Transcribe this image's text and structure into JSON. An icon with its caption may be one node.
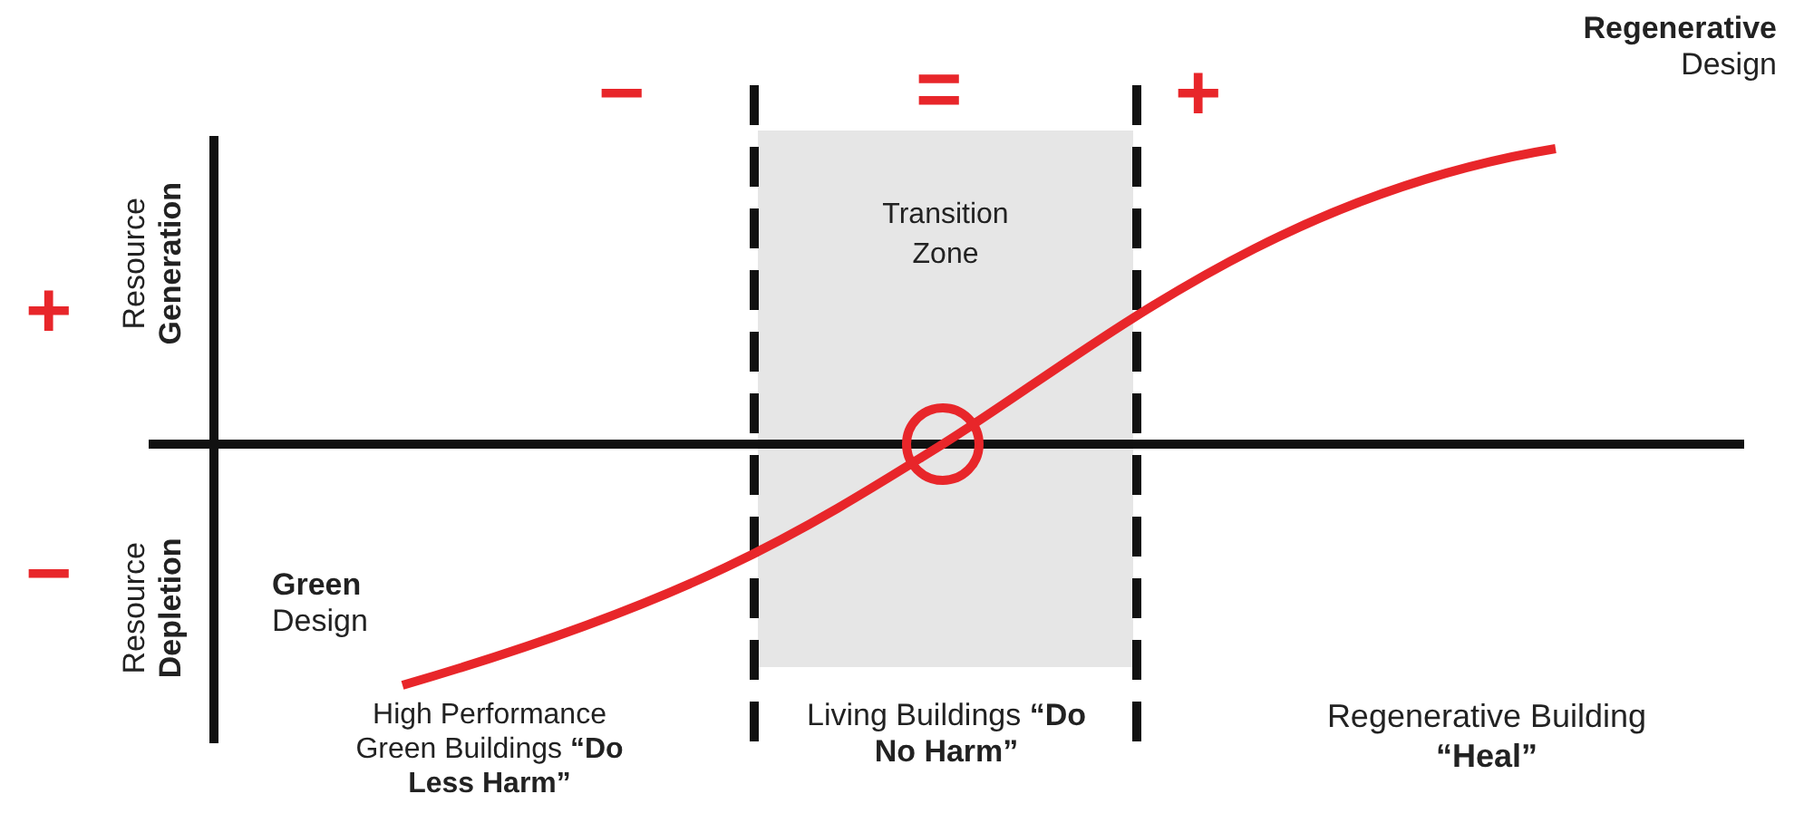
{
  "diagram": {
    "nodes": [
      {
        "text": [
          "Transition Zone"
        ]
      }
    ],
    "labels": [
      "**Regenerative** Design",
      "−",
      "=",
      "+",
      "Resource **Generation**",
      "+",
      "Resource **Depletion**",
      "−",
      "**Green** Design",
      "High Performance Green Buildings **“Do Less Harm”**",
      "Living Buildings **“Do No Harm”**",
      "Regenerative Building **“Heal”**"
    ]
  }
}
